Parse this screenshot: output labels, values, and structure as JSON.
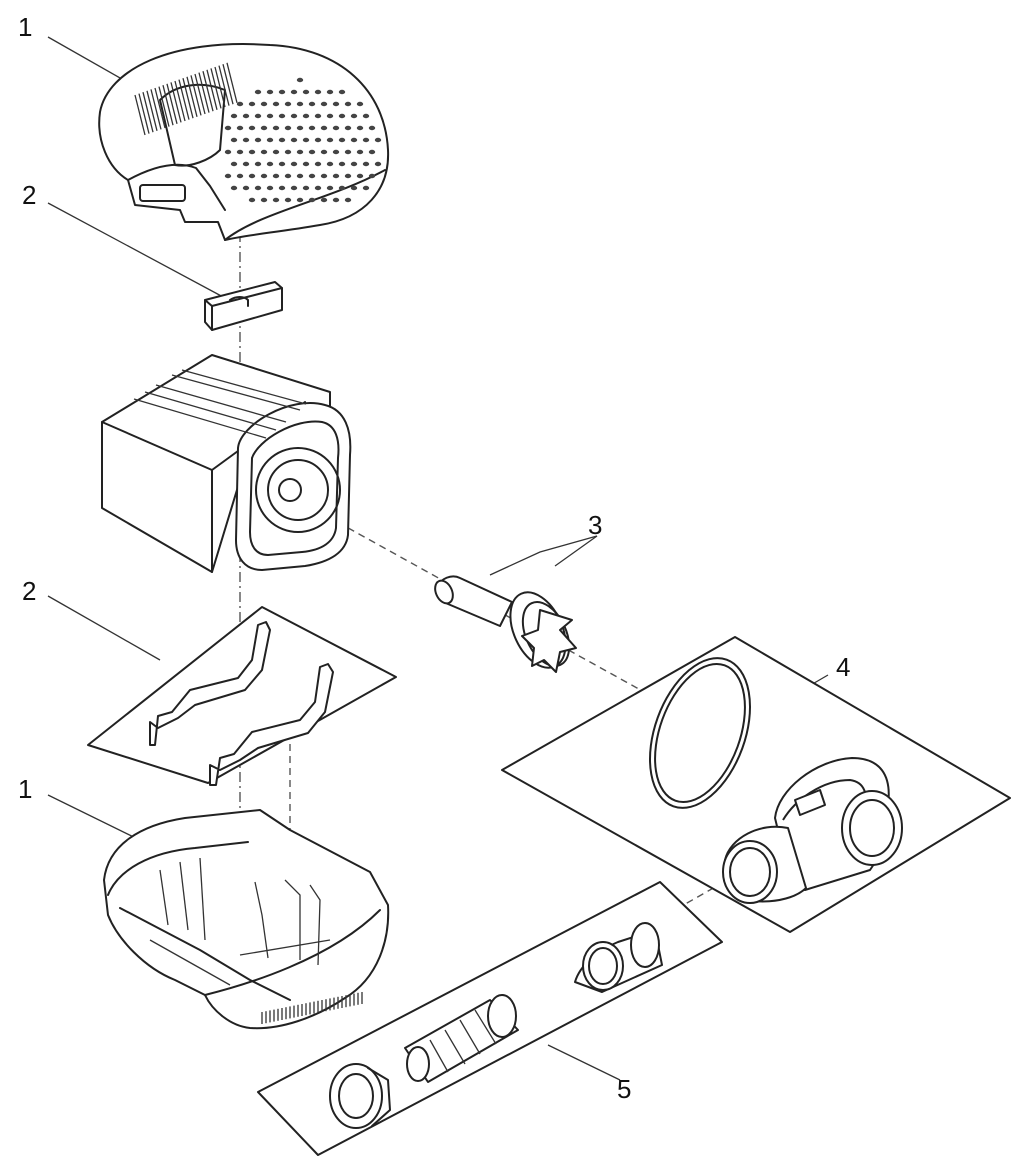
{
  "callouts": {
    "top_cover": "1",
    "top_foam": "2",
    "impeller": "3",
    "outlet_elbow": "4",
    "bottom_foams": "2",
    "bottom_cover": "1",
    "hose_kit": "5"
  },
  "colors": {
    "line": "#222222",
    "background": "#ffffff"
  }
}
